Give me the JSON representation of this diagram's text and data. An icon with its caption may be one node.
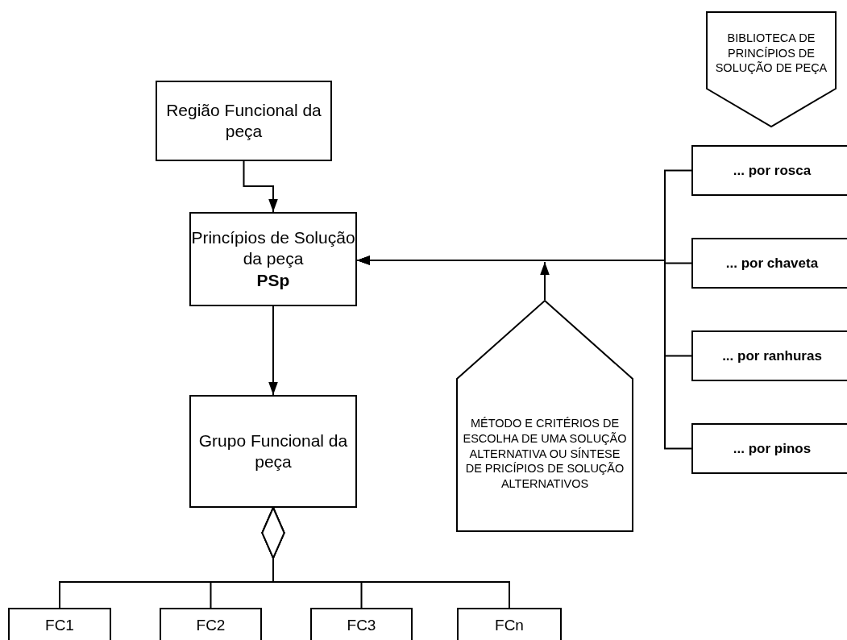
{
  "diagram": {
    "nodes": [
      {
        "text": [
          "Região Funcional da peça"
        ]
      },
      {
        "text": [
          "Princípios de Solução da peça",
          "PSp"
        ]
      },
      {
        "text": [
          "Grupo Funcional da peça"
        ]
      },
      {
        "text": [
          "FC1"
        ]
      },
      {
        "text": [
          "FC2"
        ]
      },
      {
        "text": [
          "FC3"
        ]
      },
      {
        "text": [
          "FCn"
        ]
      },
      {
        "text": [
          "BIBLIOTECA DE PRINCÍPIOS DE SOLUÇÃO DE PEÇA"
        ]
      },
      {
        "text": [
          "... por rosca"
        ]
      },
      {
        "text": [
          "... por chaveta"
        ]
      },
      {
        "text": [
          "... por ranhuras"
        ]
      },
      {
        "text": [
          "... por pinos"
        ]
      },
      {
        "text": [
          "MÉTODO E CRITÉRIOS DE ESCOLHA DE UMA SOLUÇÃO ALTERNATIVA OU SÍNTESE DE PRICÍPIOS DE SOLUÇÃO ALTERNATIVOS"
        ]
      }
    ],
    "edges": [
      {
        "from": 0,
        "to": 1,
        "arrow": "to"
      },
      {
        "from": 1,
        "to": 2,
        "arrow": "to"
      },
      {
        "from": 2,
        "to": 3,
        "arrow": "other"
      },
      {
        "from": 2,
        "to": 4,
        "arrow": "other"
      },
      {
        "from": 2,
        "to": 5,
        "arrow": "other"
      },
      {
        "from": 2,
        "to": 6,
        "arrow": "other"
      },
      {
        "from": 8,
        "to": 1,
        "arrow": "to"
      },
      {
        "from": 9,
        "to": 1,
        "arrow": "to"
      },
      {
        "from": 10,
        "to": 1,
        "arrow": "to"
      },
      {
        "from": 11,
        "to": 1,
        "arrow": "to"
      },
      {
        "from": 12,
        "to": null,
        "arrow": "to"
      }
    ]
  }
}
